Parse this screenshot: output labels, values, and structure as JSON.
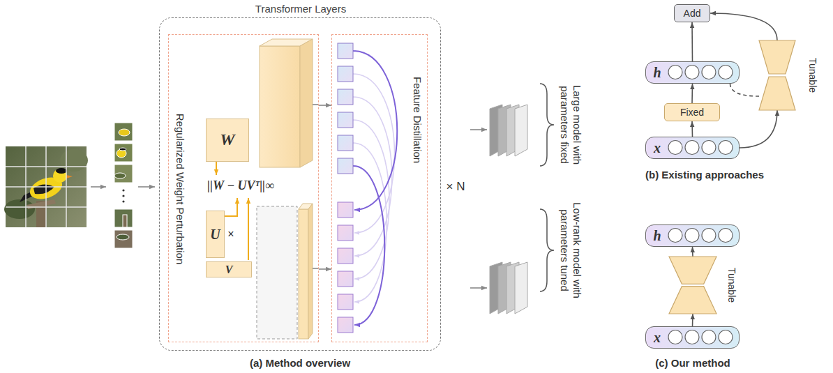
{
  "diagram": {
    "nodes": [
      {
        "text": [
          "Transformer Layers"
        ]
      },
      {
        "text": [
          "Regularized Weight Perturbation"
        ],
        "in": 0
      },
      {
        "text": [
          "W"
        ],
        "in": 1
      },
      {
        "text": [
          "U"
        ],
        "in": 1
      },
      {
        "text": [
          "V"
        ],
        "in": 1
      },
      {
        "text": [
          "Feature Distillation"
        ],
        "in": 0
      },
      {
        "text": [
          "Add"
        ]
      },
      {
        "text": [
          "h"
        ]
      },
      {
        "text": [
          "Fixed"
        ]
      },
      {
        "text": [
          "x"
        ]
      },
      {
        "text": [
          "Tunable"
        ]
      },
      {
        "text": [
          "h"
        ]
      },
      {
        "text": [
          "Tunable"
        ]
      },
      {
        "text": [
          "x"
        ]
      }
    ],
    "edges": [
      {
        "from": 1,
        "to": 5,
        "arrow": "to"
      },
      {
        "from": 1,
        "to": 5,
        "arrow": "to"
      },
      {
        "from": 9,
        "to": 8,
        "arrow": "to"
      },
      {
        "from": 8,
        "to": 7,
        "arrow": "to"
      },
      {
        "from": 7,
        "to": 6,
        "arrow": "to"
      },
      {
        "from": 9,
        "to": 10,
        "arrow": "to"
      },
      {
        "from": 10,
        "to": 6,
        "arrow": "to"
      },
      {
        "from": 7,
        "to": 10,
        "arrow": "none"
      },
      {
        "from": 13,
        "to": 12,
        "arrow": "to"
      },
      {
        "from": 12,
        "to": 11,
        "arrow": "to"
      }
    ],
    "labels": [
      "||W − UVᵀ||∞",
      "×",
      "× N",
      "Large model with parameters fixed",
      "Low-rank model with parameters tuned",
      "(a) Method overview",
      "(b) Existing approaches",
      "(c) Our method"
    ]
  }
}
